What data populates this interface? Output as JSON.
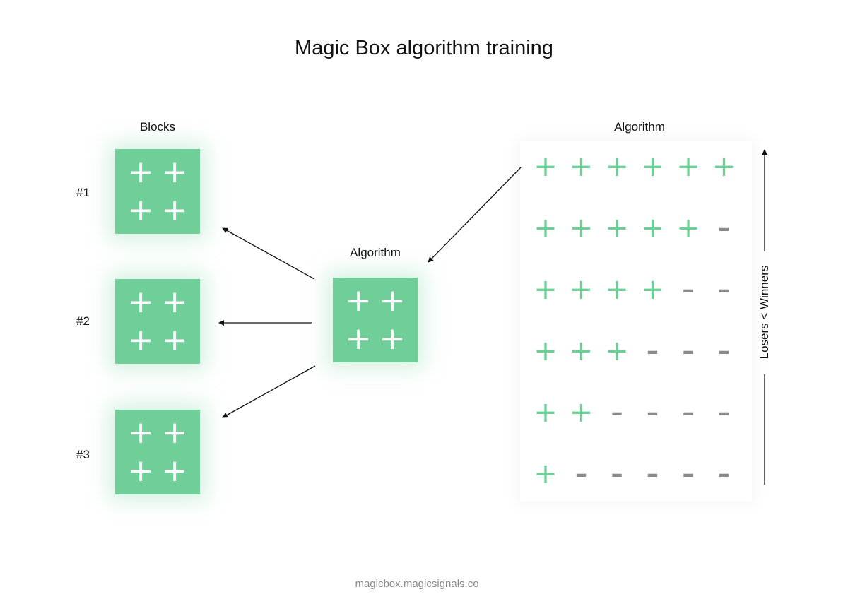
{
  "title": "Magic Box algorithm training",
  "left_column": {
    "heading": "Blocks",
    "blocks": [
      {
        "label": "#1",
        "glyphs": [
          "+",
          "+",
          "+",
          "+"
        ]
      },
      {
        "label": "#2",
        "glyphs": [
          "+",
          "+",
          "+",
          "+"
        ]
      },
      {
        "label": "#3",
        "glyphs": [
          "+",
          "+",
          "+",
          "+"
        ]
      }
    ]
  },
  "center": {
    "heading": "Algorithm",
    "glyphs": [
      "+",
      "+",
      "+",
      "+"
    ]
  },
  "right": {
    "heading": "Algorithm",
    "rows": [
      [
        "+",
        "+",
        "+",
        "+",
        "+",
        "+"
      ],
      [
        "+",
        "+",
        "+",
        "+",
        "+",
        "-"
      ],
      [
        "+",
        "+",
        "+",
        "+",
        "-",
        "-"
      ],
      [
        "+",
        "+",
        "+",
        "-",
        "-",
        "-"
      ],
      [
        "+",
        "+",
        "-",
        "-",
        "-",
        "-"
      ],
      [
        "+",
        "-",
        "-",
        "-",
        "-",
        "-"
      ]
    ],
    "axis_label": "Losers < Winners"
  },
  "colors": {
    "block": "#70cf98",
    "plus": "#6ccf96",
    "minus": "#8a8a8a"
  },
  "footer": "magicbox.magicsignals.co"
}
